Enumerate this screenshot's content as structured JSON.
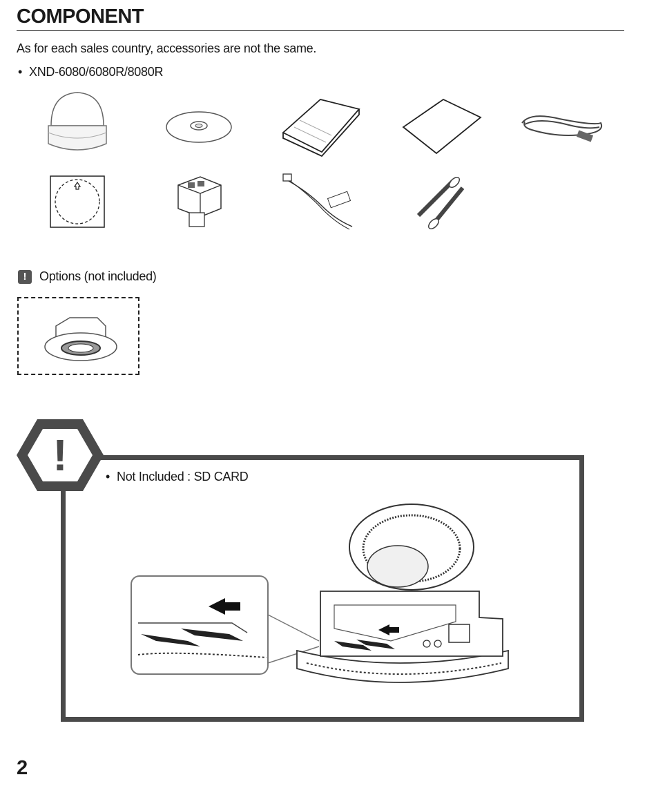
{
  "page": {
    "title": "COMPONENT",
    "intro": "As for each sales country, accessories are not the same.",
    "model": "XND-6080/6080R/8080R",
    "options_label": "Options (not included)",
    "note_icon_glyph": "!",
    "caution_icon_glyph": "!",
    "caution_note": "Not Included : SD CARD",
    "page_number": "2"
  },
  "accessories": [
    {
      "icon": "camera-dome-icon"
    },
    {
      "icon": "cd-icon"
    },
    {
      "icon": "manual-icon"
    },
    {
      "icon": "quick-guide-icon"
    },
    {
      "icon": "cable-icon"
    },
    {
      "icon": "template-icon"
    },
    {
      "icon": "connector-icon"
    },
    {
      "icon": "wire-harness-icon"
    },
    {
      "icon": "screws-icon"
    }
  ],
  "options": [
    {
      "icon": "flush-mount-icon"
    }
  ],
  "colors": {
    "text": "#1a1a1a",
    "frame": "#4a4a4a",
    "icon_fill": "#555555"
  }
}
